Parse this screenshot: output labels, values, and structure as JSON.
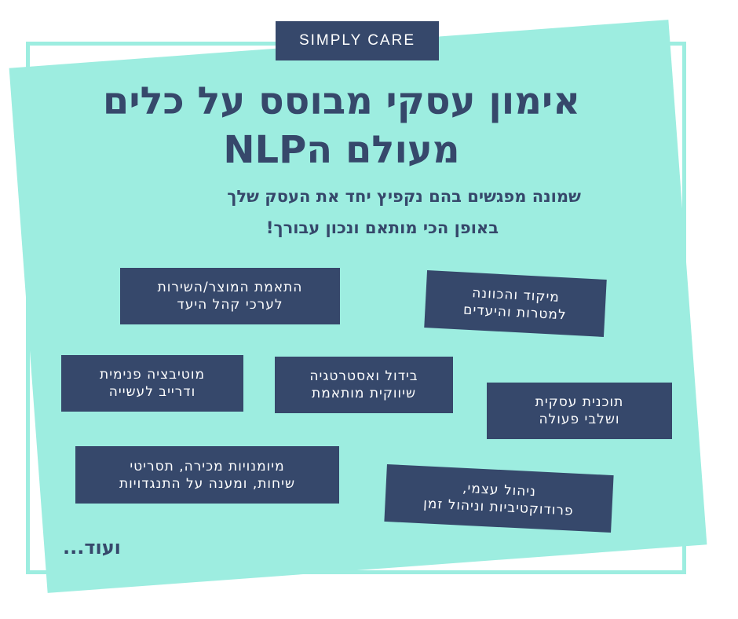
{
  "brand": "SIMPLY CARE",
  "title": {
    "line1": "אימון עסקי מבוסס על כלים",
    "line2": "מעולם הNLP"
  },
  "subtitle": {
    "line1": "שמונה מפגשים בהם נקפיץ יחד את העסק שלך",
    "line2": "באופן הכי מותאם ונכון עבורך!"
  },
  "topics": [
    {
      "line1": "התאמת המוצר/השירות",
      "line2": "לערכי קהל היעד"
    },
    {
      "line1": "מיקוד והכוונה",
      "line2": "למטרות והיעדים"
    },
    {
      "line1": "מוטיבציה פנימית",
      "line2": "ודרייב לעשייה"
    },
    {
      "line1": "בידול ואסטרטגיה",
      "line2": "שיווקית מותאמת"
    },
    {
      "line1": "תוכנית עסקית",
      "line2": "ושלבי פעולה"
    },
    {
      "line1": "מיומנויות מכירה, תסריטי",
      "line2": "שיחות, ומענה על התנגדויות"
    },
    {
      "line1": "ניהול עצמי,",
      "line2": "פרודוקטיביות וניהול זמן"
    }
  ],
  "more": "ועוד...",
  "colors": {
    "mint": "#9dede0",
    "navy": "#36486b",
    "white": "#ffffff"
  }
}
